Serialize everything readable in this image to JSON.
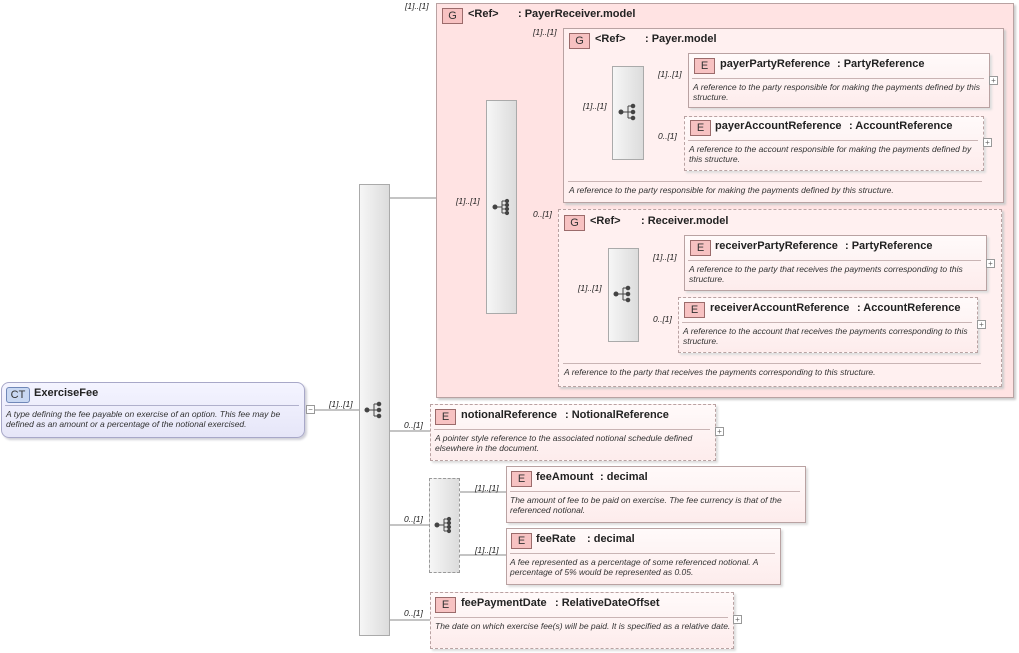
{
  "complex_type": {
    "badge": "CT",
    "name": "ExerciseFee",
    "description": "A type defining the fee payable on exercise of an option. This fee may be defined as an amount or a percentage of the notional exercised.",
    "expander": "−"
  },
  "cardinalities": {
    "root_sequence": "[1]..[1]",
    "payer_receiver_group": "[1]..[1]",
    "outer_choice": "[1]..[1]",
    "payer_group": "[1]..[1]",
    "payer_sequence": "[1]..[1]",
    "payer_party": "[1]..[1]",
    "payer_account": "0..[1]",
    "receiver_group": "0..[1]",
    "receiver_sequence": "[1]..[1]",
    "receiver_party": "[1]..[1]",
    "receiver_account": "0..[1]",
    "notional_reference": "0..[1]",
    "fee_choice": "0..[1]",
    "fee_amount": "[1]..[1]",
    "fee_rate": "[1]..[1]",
    "fee_payment_date": "0..[1]"
  },
  "groups": {
    "payer_receiver": {
      "badge": "G",
      "ref": "<Ref>",
      "name": ": PayerReceiver.model"
    },
    "payer": {
      "badge": "G",
      "ref": "<Ref>",
      "name": ": Payer.model",
      "footer": "A reference to the party responsible for making the payments defined by this structure."
    },
    "receiver": {
      "badge": "G",
      "ref": "<Ref>",
      "name": ": Receiver.model",
      "footer": "A reference to the party that receives the payments corresponding to this structure."
    }
  },
  "elements": {
    "payer_party_reference": {
      "badge": "E",
      "name": "payerPartyReference",
      "type": ": PartyReference",
      "description": "A reference to the party responsible for making the payments defined by this structure."
    },
    "payer_account_reference": {
      "badge": "E",
      "name": "payerAccountReference",
      "type": ": AccountReference",
      "description": "A reference to the account responsible for making the payments defined by this structure."
    },
    "receiver_party_reference": {
      "badge": "E",
      "name": "receiverPartyReference",
      "type": ": PartyReference",
      "description": "A reference to the party that receives the payments corresponding to this structure."
    },
    "receiver_account_reference": {
      "badge": "E",
      "name": "receiverAccountReference",
      "type": ": AccountReference",
      "description": "A reference to the account that receives the payments corresponding to this structure."
    },
    "notional_reference": {
      "badge": "E",
      "name": "notionalReference",
      "type": ": NotionalReference",
      "description": "A pointer style reference to the associated notional schedule defined elsewhere in the document."
    },
    "fee_amount": {
      "badge": "E",
      "name": "feeAmount",
      "type": ": decimal",
      "description": "The amount of fee to be paid on exercise. The fee currency is that of the referenced notional."
    },
    "fee_rate": {
      "badge": "E",
      "name": "feeRate",
      "type": ": decimal",
      "description": "A fee represented as a percentage of some referenced notional. A percentage of 5% would be represented as 0.05."
    },
    "fee_payment_date": {
      "badge": "E",
      "name": "feePaymentDate",
      "type": ": RelativeDateOffset",
      "description": "The date on which exercise fee(s) will be paid. It is specified as a relative date."
    }
  },
  "expander_symbol": "+"
}
